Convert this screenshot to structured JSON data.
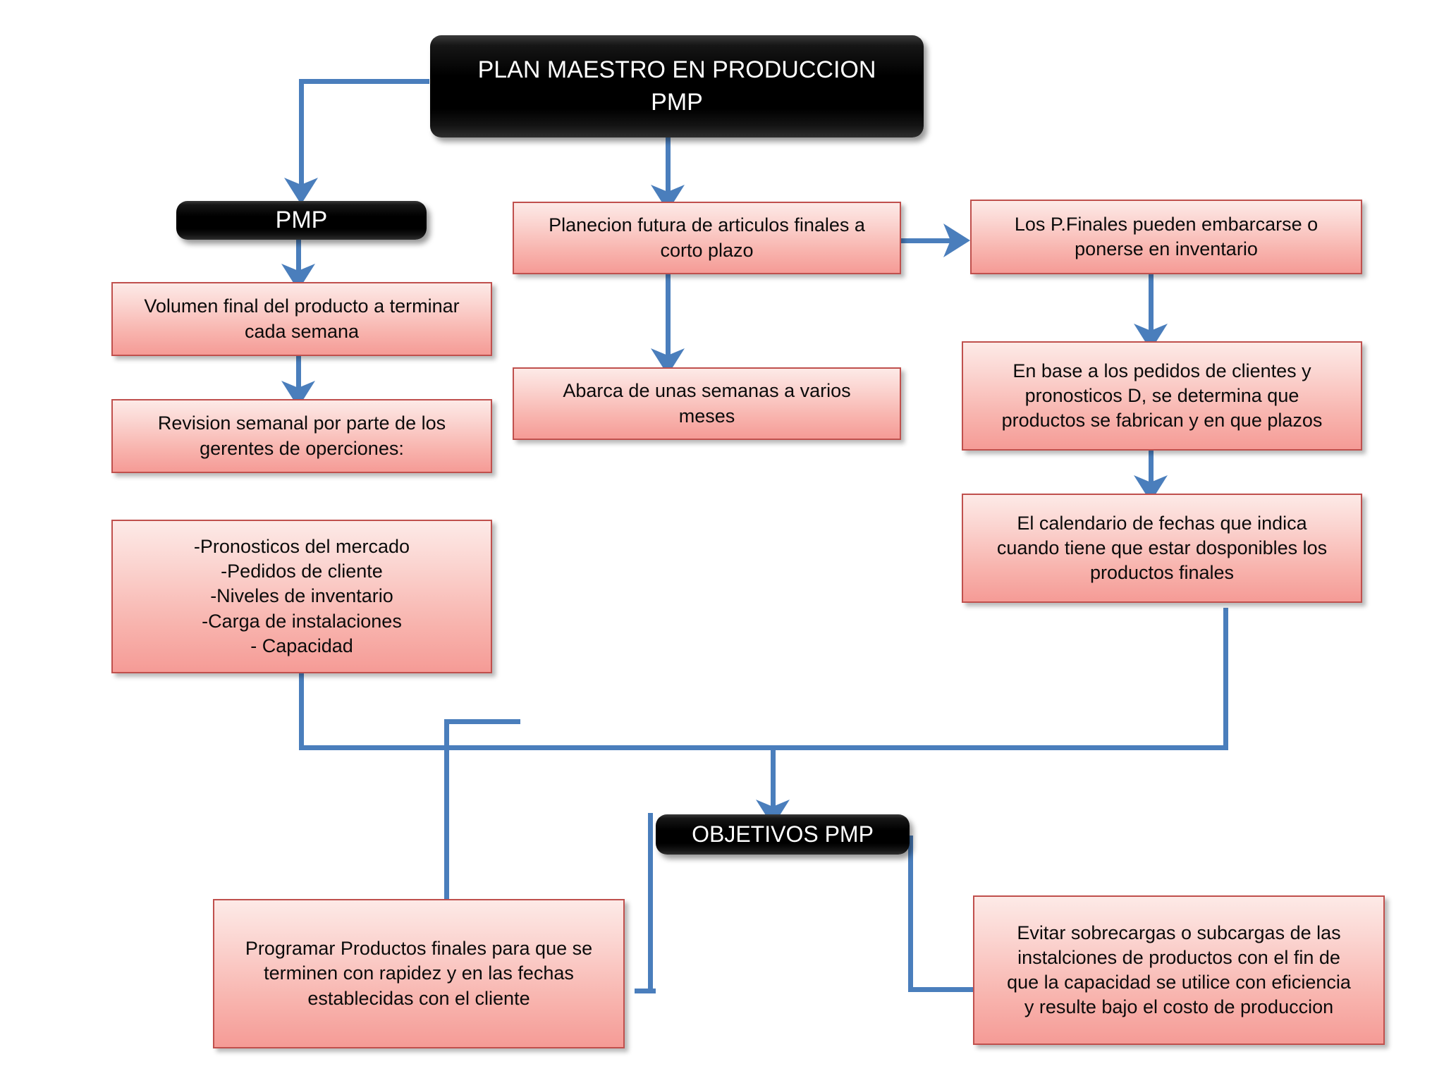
{
  "diagram": {
    "title": "PLAN MAESTRO EN PRODUCCION PMP",
    "accent_line_color": "#4a7ebc",
    "box_border_color": "#c0504d",
    "box_fill_top": "#fdeae7",
    "box_fill_bottom": "#f59b96",
    "header_fill": "#000000",
    "header_text_color": "#ffffff"
  },
  "nodes": {
    "title": {
      "line1": "PLAN MAESTRO EN PRODUCCION",
      "line2": "PMP"
    },
    "pmp_header": {
      "label": "PMP"
    },
    "volumen": {
      "line1": "Volumen final del producto a terminar",
      "line2": "cada semana"
    },
    "revision": {
      "line1": "Revision semanal por parte de los",
      "line2": "gerentes de operciones:"
    },
    "lista": {
      "line1": "-Pronosticos del mercado",
      "line2": "-Pedidos de cliente",
      "line3": "-Niveles de inventario",
      "line4": "-Carga de instalaciones",
      "line5": "- Capacidad"
    },
    "planecion": {
      "line1": "Planecion futura de articulos finales a",
      "line2": "corto plazo"
    },
    "abarca": {
      "line1": "Abarca de unas semanas a varios",
      "line2": "meses"
    },
    "pfinales": {
      "line1": "Los P.Finales pueden embarcarse o",
      "line2": "ponerse en inventario"
    },
    "enbase": {
      "line1": "En base  a los pedidos de clientes y",
      "line2": "pronosticos D, se determina que",
      "line3": "productos se fabrican y en que plazos"
    },
    "calendario": {
      "line1": "El calendario de fechas que indica",
      "line2": "cuando tiene que estar dosponibles los",
      "line3": "productos finales"
    },
    "objetivos_header": {
      "label": "OBJETIVOS PMP"
    },
    "programar": {
      "line1": "Programar Productos finales para que se",
      "line2": "terminen con rapidez y en las fechas",
      "line3": "establecidas con el cliente"
    },
    "evitar": {
      "line1": "Evitar sobrecargas o subcargas de las",
      "line2": "instalciones de productos con el fin de",
      "line3": "que la capacidad se utilice con eficiencia",
      "line4": "y resulte bajo el costo de produccion"
    }
  }
}
